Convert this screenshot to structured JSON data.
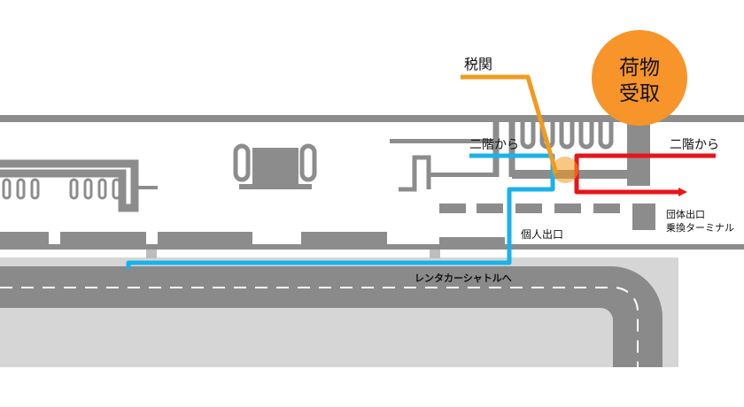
{
  "labels": {
    "customs": "税関",
    "baggage_line1": "荷物",
    "baggage_line2": "受取",
    "from_2f_blue": "二階から",
    "from_2f_red": "二階から",
    "group_exit_line1": "団体出口",
    "group_exit_line2": "乗換ターミナル",
    "individual_exit": "個人出口",
    "to_rental_shuttle": "レンタカーシャトルへ"
  },
  "colors": {
    "structure": "#8c8c8c",
    "road": "#8a8a8a",
    "road_shoulder": "#d6d6d6",
    "route_blue": "#1ab2e8",
    "route_red": "#e8141a",
    "route_orange": "#f39a1e",
    "badge_orange": "#f7942a"
  }
}
